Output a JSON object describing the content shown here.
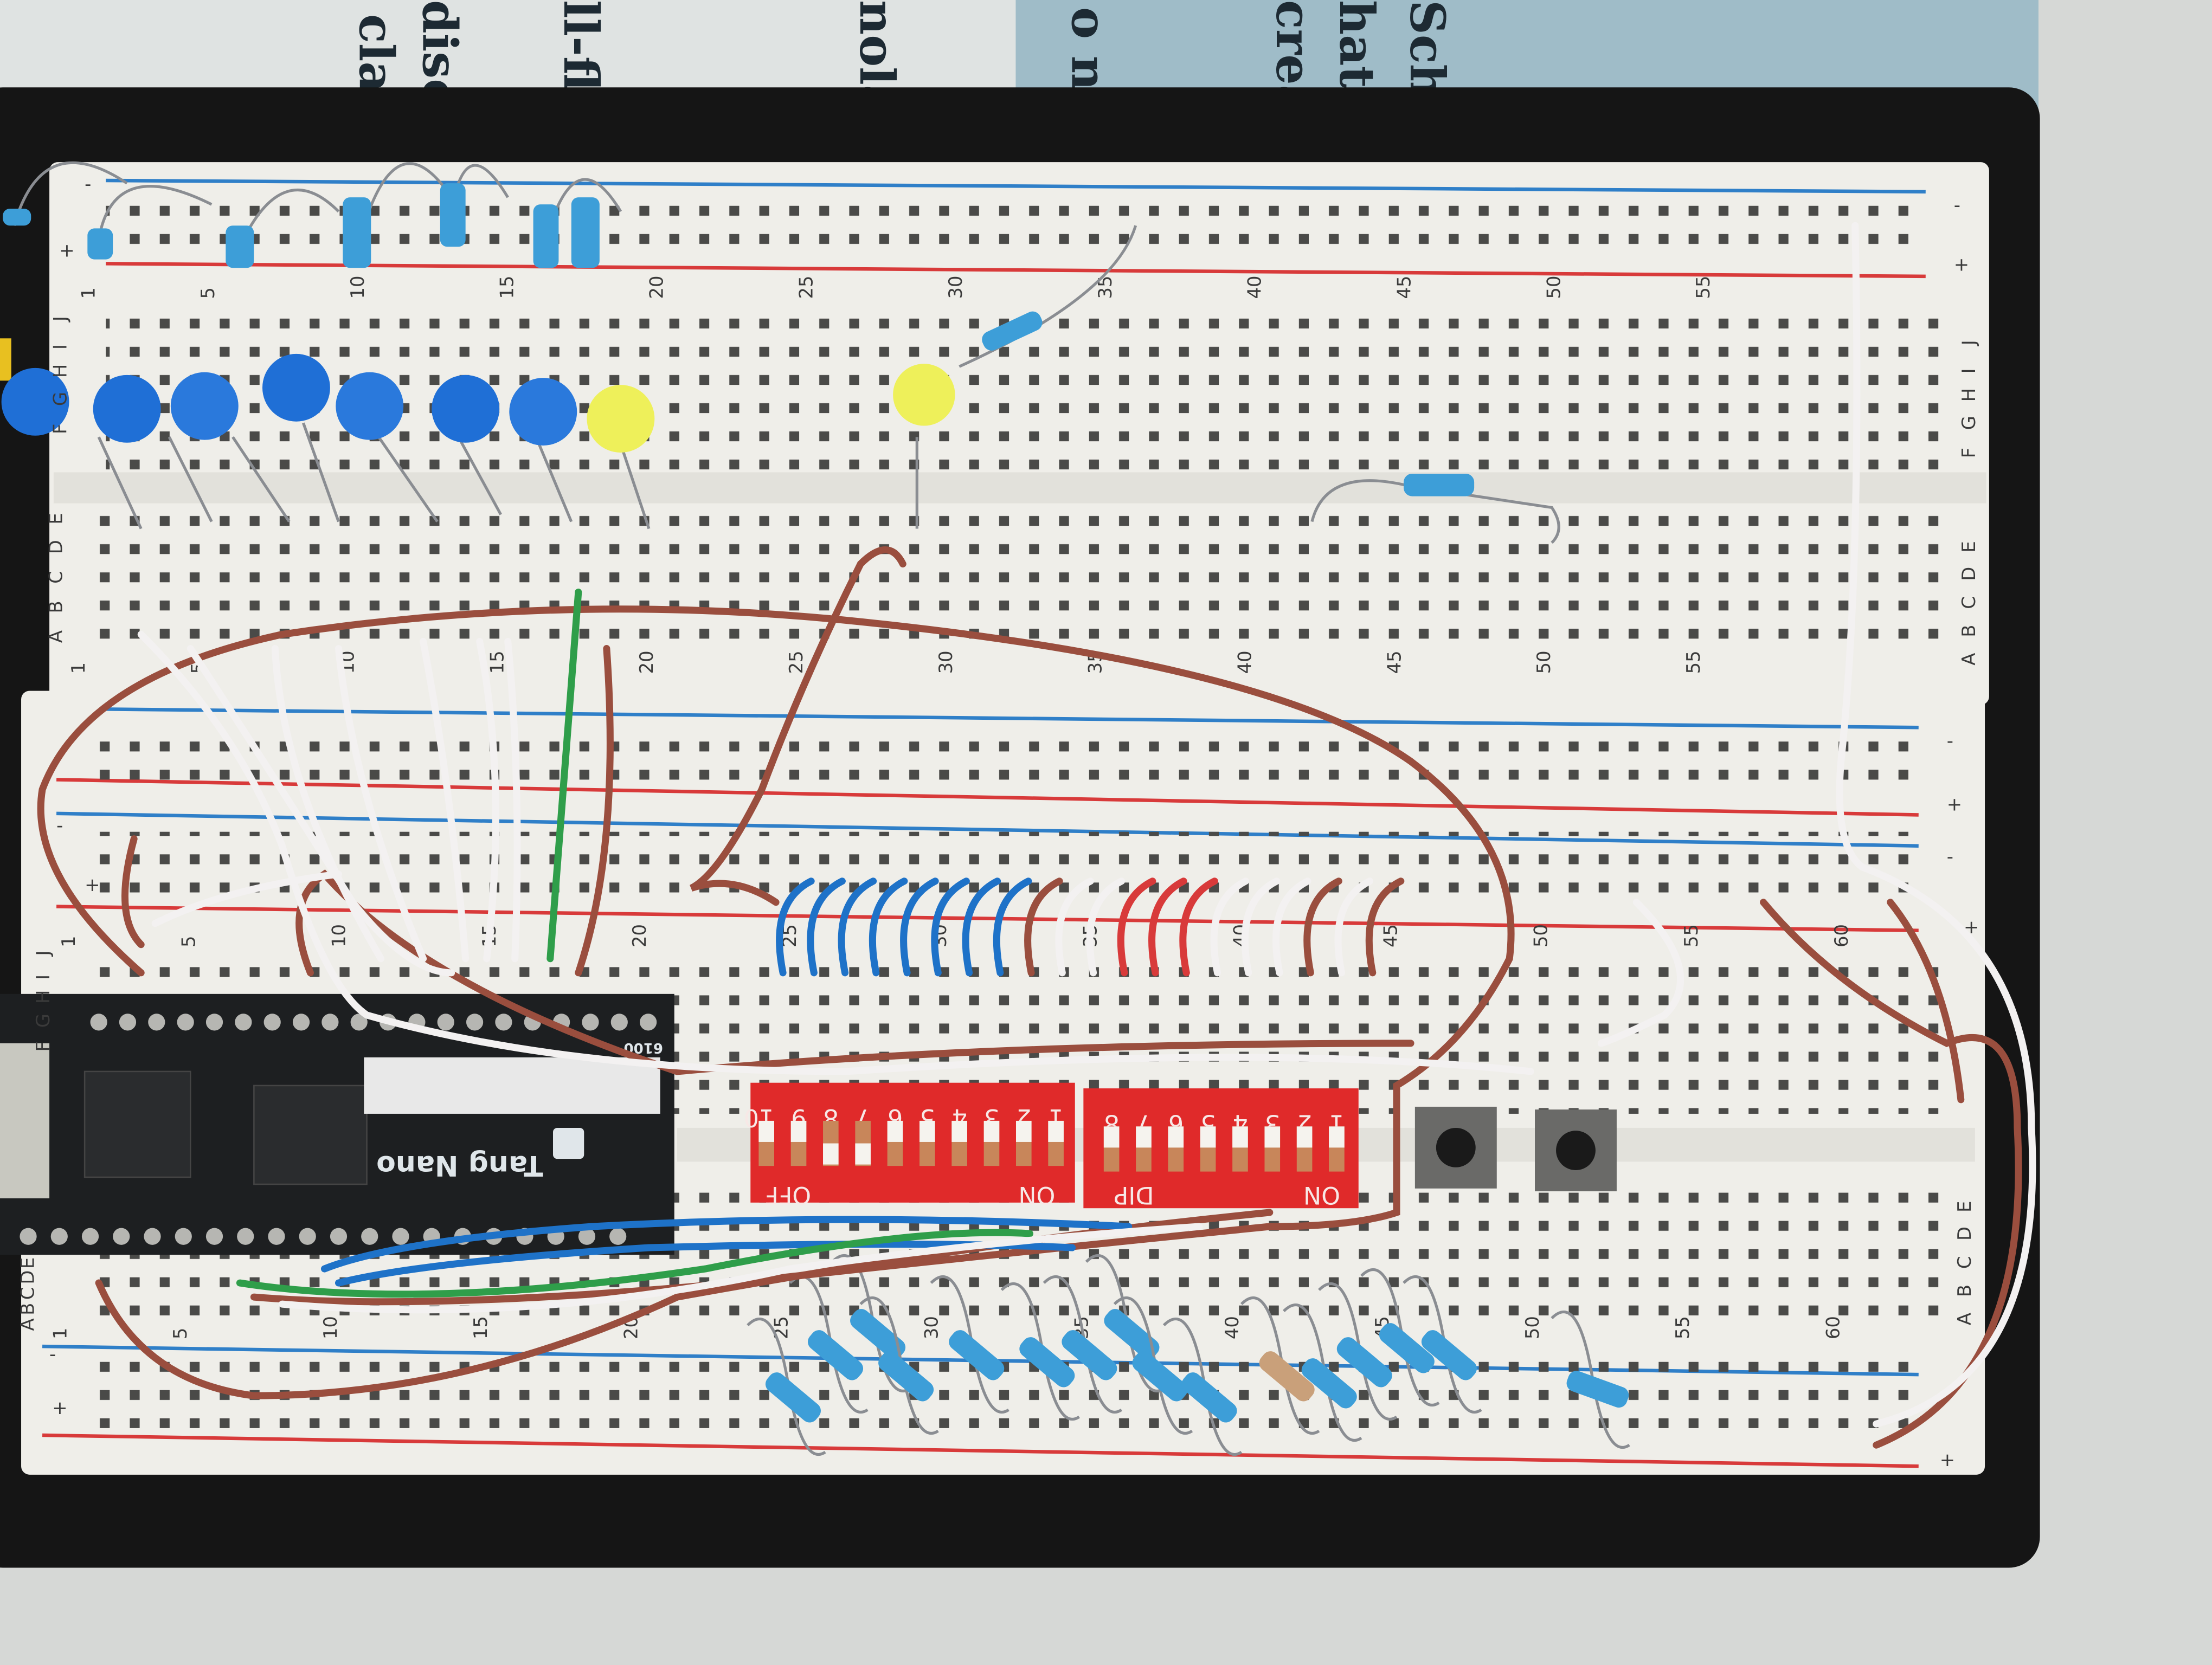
{
  "book": {
    "text_fragments": [
      "Sch",
      "hat H",
      "creat",
      "o no",
      "nolas",
      "ll-fly",
      "disc",
      "class"
    ]
  },
  "breadboard": {
    "column_numbers": [
      "1",
      "5",
      "10",
      "15",
      "20",
      "25",
      "30",
      "35",
      "40",
      "45",
      "50",
      "55",
      "60"
    ],
    "rows_upper": [
      "J",
      "I",
      "H",
      "G",
      "F"
    ],
    "rows_lower": [
      "E",
      "D",
      "C",
      "B",
      "A"
    ],
    "rail_signs": {
      "minus": "-",
      "plus": "+"
    }
  },
  "fpga_board": {
    "name": "Tang Nano",
    "code": "6100"
  },
  "dip_switch_10": {
    "numbers": [
      "1",
      "2",
      "3",
      "4",
      "5",
      "6",
      "7",
      "8",
      "9",
      "10"
    ],
    "on_label": "ON",
    "off_label": "OFF",
    "positions": [
      "off",
      "off",
      "off",
      "off",
      "off",
      "off",
      "on",
      "on",
      "off",
      "off"
    ]
  },
  "dip_switch_8": {
    "numbers": [
      "1",
      "2",
      "3",
      "4",
      "5",
      "6",
      "7",
      "8"
    ],
    "brand_label": "DIP",
    "on_label": "ON",
    "positions": [
      "off",
      "off",
      "off",
      "off",
      "off",
      "off",
      "off",
      "off"
    ]
  },
  "colors": {
    "breadboard": "#efeee9",
    "rail_blue": "#2f7fc8",
    "rail_red": "#d83a3a",
    "wire_brown": "#9a4e3e",
    "wire_white": "#f3f1f1",
    "wire_blue": "#1e72c8",
    "wire_green": "#2f9e4a",
    "led_blue": "#1f6fd6",
    "led_yellow": "#eef05a",
    "dip_red": "#e02a2a"
  }
}
